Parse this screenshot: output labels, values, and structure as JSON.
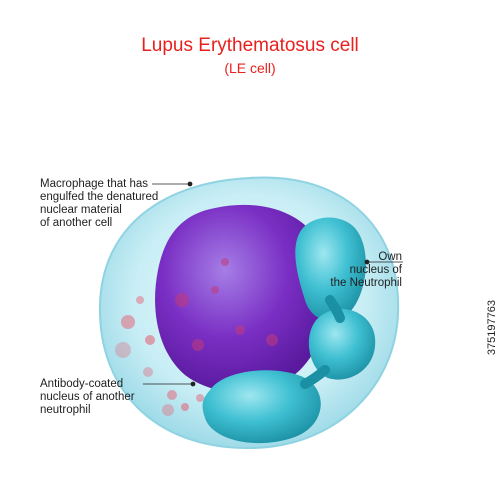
{
  "title": "Lupus Erythematosus cell",
  "subtitle": "(LE cell)",
  "labels": {
    "macrophage": [
      "Macrophage that has",
      "engulfed the denatured",
      "nuclear material",
      "of another cell"
    ],
    "own_nucleus": [
      "Own",
      "nucleus of",
      "the Neutrophil"
    ],
    "antibody": [
      "Antibody-coated",
      "nucleus of another",
      "neutrophil"
    ]
  },
  "stock_id": "375197763",
  "colors": {
    "title": "#e8211e",
    "cell_body": "#c9eef5",
    "engulfed_nucleus": "#7a2fc4",
    "neutrophil_nucleus": "#2bb3c6",
    "granules": "#e3687c"
  }
}
